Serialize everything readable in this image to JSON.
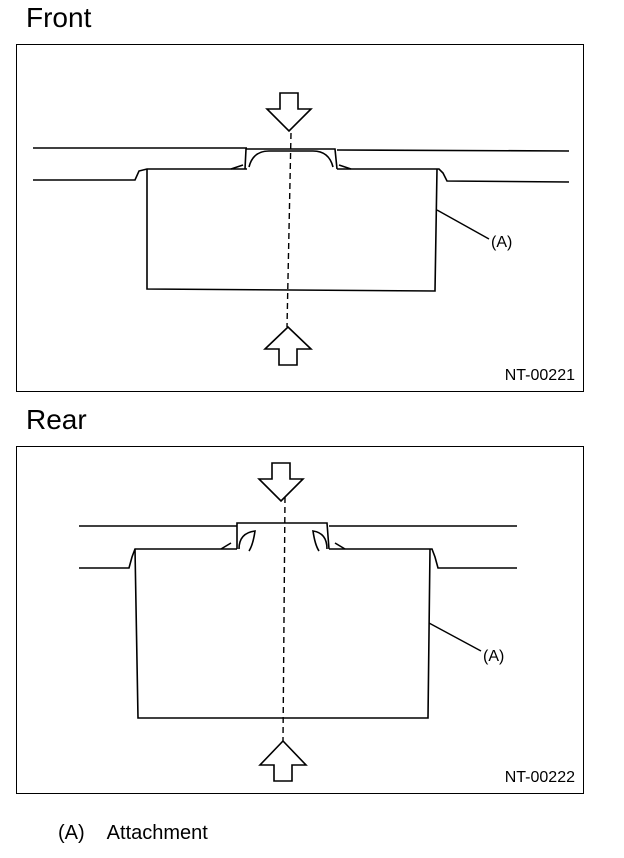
{
  "figures": [
    {
      "title": "Front",
      "code": "NT-00221",
      "callout": "(A)"
    },
    {
      "title": "Rear",
      "code": "NT-00222",
      "callout": "(A)"
    }
  ],
  "legend": {
    "key": "(A)",
    "text": "Attachment"
  }
}
